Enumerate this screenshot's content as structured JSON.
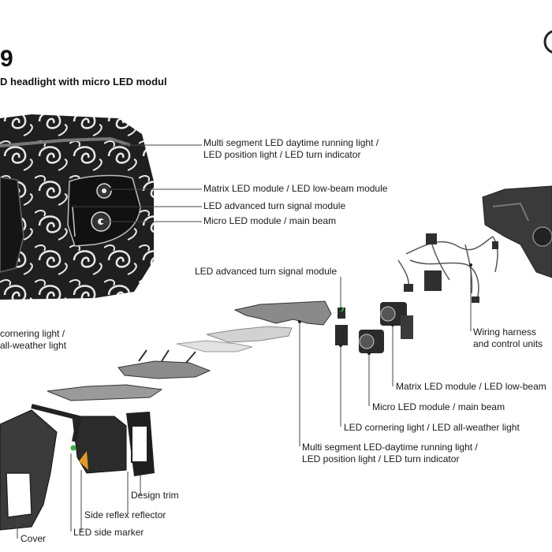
{
  "header": {
    "title_fragment": "9",
    "subtitle": "D headlight with micro LED modul"
  },
  "labels": {
    "drl_top": [
      "Multi segment LED daytime running light /",
      "LED position light / LED turn indicator"
    ],
    "matrix_top": "Matrix LED module / LED low-beam module",
    "turn_top": "LED advanced turn signal module",
    "micro_top": "Micro LED module / main beam",
    "turn_mid": "LED advanced turn signal module",
    "cornering_left": [
      "cornering light /",
      "all-weather light"
    ],
    "wiring": [
      "Wiring harness",
      "and control units"
    ],
    "matrix_exploded": "Matrix LED module / LED low-beam",
    "micro_exploded": "Micro LED module / main beam",
    "cornering_exploded": "LED cornering light / LED all-weather light",
    "drl_exploded": [
      "Multi segment LED-daytime running light /",
      "LED position light / LED turn indicator"
    ],
    "design_trim": "Design trim",
    "side_reflex": "Side reflex reflector",
    "side_marker": "LED side marker",
    "cover": "Cover"
  },
  "colors": {
    "text": "#1a1a1a",
    "leader": "#444444",
    "part_dark": "#2b2b2b",
    "part_mid": "#6e6e6e",
    "part_light": "#b9b9b9",
    "amber": "#e39a2a",
    "green": "#3fae49"
  }
}
